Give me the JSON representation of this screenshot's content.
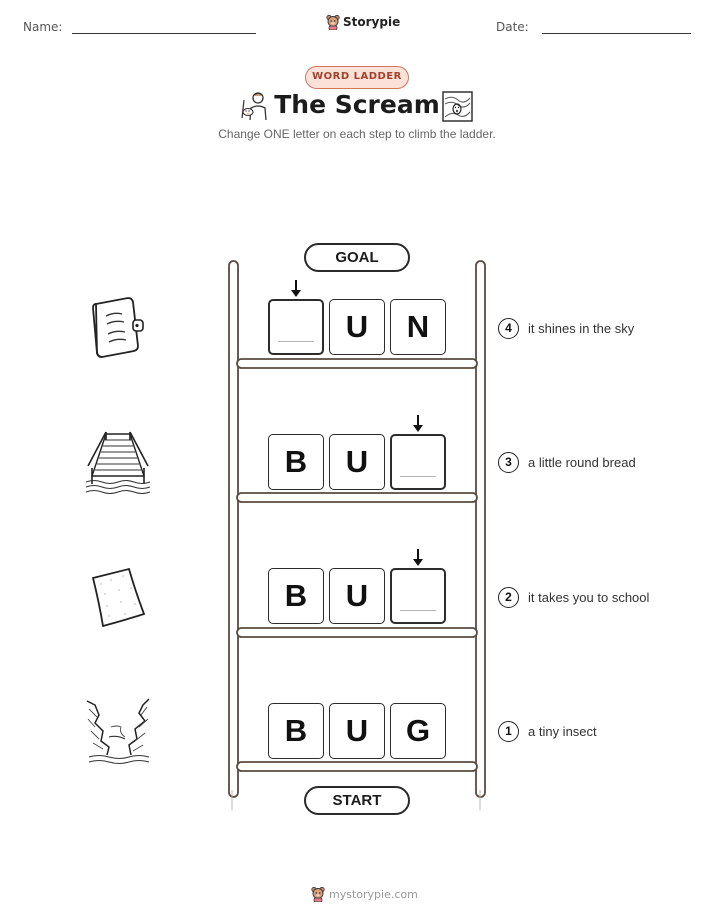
{
  "header": {
    "name_label": "Name:",
    "date_label": "Date:",
    "brand": "Storypie"
  },
  "badge": "WORD LADDER",
  "title": "The Scream",
  "subtitle": "Change ONE letter on each step to climb the ladder.",
  "goal_label": "GOAL",
  "start_label": "START",
  "steps": [
    {
      "number": "4",
      "clue": "it shines in the sky",
      "letters": [
        "",
        "U",
        "N"
      ],
      "picture": "notebook-icon"
    },
    {
      "number": "3",
      "clue": "a little round bread",
      "letters": [
        "B",
        "U",
        ""
      ],
      "picture": "bridge-icon"
    },
    {
      "number": "2",
      "clue": "it takes you to school",
      "letters": [
        "B",
        "U",
        ""
      ],
      "picture": "paper-icon"
    },
    {
      "number": "1",
      "clue": "a tiny insect",
      "letters": [
        "B",
        "U",
        "G"
      ],
      "picture": "river-canyon-icon"
    }
  ],
  "footer": "mystorypie.com",
  "colors": {
    "badge_border": "#d2775d",
    "badge_fill": "#fbe1d8",
    "badge_text": "#a2412b",
    "rail": "#5a4a3f"
  }
}
